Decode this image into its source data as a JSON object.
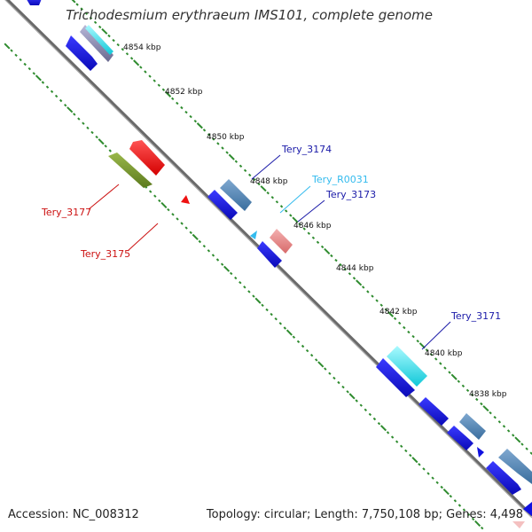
{
  "header": {
    "title": "Trichodesmium erythraeum IMS101, complete genome"
  },
  "footer": {
    "accession": "Accession: NC_008312",
    "topology": "Topology: circular; Length: 7,750,108 bp; Genes: 4,498"
  },
  "scale": {
    "tick_labels": [
      "4854 kbp",
      "4852 kbp",
      "4850 kbp",
      "4848 kbp",
      "4846 kbp",
      "4844 kbp",
      "4842 kbp",
      "4840 kbp",
      "4838 kbp"
    ]
  },
  "gene_labels": [
    {
      "name": "Tery_3174",
      "color": "#1a1aa8"
    },
    {
      "name": "Tery_R0031",
      "color": "#33bbee"
    },
    {
      "name": "Tery_3173",
      "color": "#1a1aa8"
    },
    {
      "name": "Tery_3171",
      "color": "#1a1aa8"
    },
    {
      "name": "Tery_3177",
      "color": "#cc1111"
    },
    {
      "name": "Tery_3175",
      "color": "#cc1111"
    }
  ],
  "colors": {
    "backbone": "#888888",
    "ticks": "#2e8b2e",
    "cds_forward": "#1010e0",
    "cds_steel": "#4a7fb0",
    "rna": "#22c8d8",
    "pseudo": "#e88888",
    "reverse_red": "#ee1111",
    "reverse_olive": "#6b8e23"
  }
}
